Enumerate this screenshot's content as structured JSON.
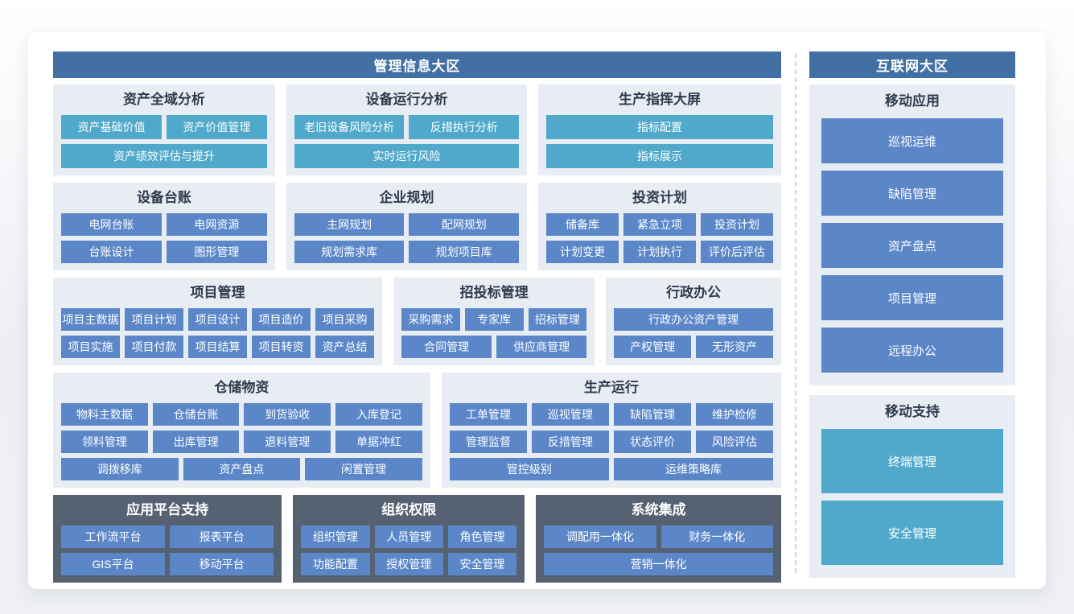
{
  "colors": {
    "zone_header_bg": "#4270a4",
    "section_light_bg": "#e8edf4",
    "section_dark_bg": "#566171",
    "button_blue": "#5b87c9",
    "button_teal": "#50a9ca",
    "title_text": "#2e3b4e",
    "button_text": "#ffffff",
    "separator_dash": "#ccd3dd"
  },
  "left_zone": {
    "title": "管理信息大区",
    "rows": [
      {
        "sections": [
          {
            "title": "资产全域分析",
            "flex": 275,
            "theme": "light",
            "button_style": "teal",
            "tall": true,
            "button_rows": [
              [
                "资产基础价值",
                "资产价值管理"
              ],
              [
                "资产绩效评估与提升"
              ]
            ]
          },
          {
            "title": "设备运行分析",
            "flex": 300,
            "theme": "light",
            "button_style": "teal",
            "tall": true,
            "button_rows": [
              [
                "老旧设备风险分析",
                "反措执行分析"
              ],
              [
                "实时运行风险"
              ]
            ]
          },
          {
            "title": "生产指挥大屏",
            "flex": 303,
            "theme": "light",
            "button_style": "teal",
            "tall": true,
            "button_rows": [
              [
                "指标配置"
              ],
              [
                "指标展示"
              ]
            ]
          }
        ]
      },
      {
        "sections": [
          {
            "title": "设备台账",
            "flex": 275,
            "theme": "light",
            "button_style": "blue",
            "button_rows": [
              [
                "电网台账",
                "电网资源"
              ],
              [
                "台账设计",
                "图形管理"
              ]
            ]
          },
          {
            "title": "企业规划",
            "flex": 300,
            "theme": "light",
            "button_style": "blue",
            "button_rows": [
              [
                "主网规划",
                "配网规划"
              ],
              [
                "规划需求库",
                "规划项目库"
              ]
            ]
          },
          {
            "title": "投资计划",
            "flex": 303,
            "theme": "light",
            "button_style": "blue",
            "button_rows": [
              [
                "储备库",
                "紧急立项",
                "投资计划"
              ],
              [
                "计划变更",
                "计划执行",
                "评价后评估"
              ]
            ]
          }
        ]
      },
      {
        "sections": [
          {
            "title": "项目管理",
            "flex": 421,
            "theme": "light",
            "button_style": "blue",
            "button_rows": [
              [
                "项目主数据",
                "项目计划",
                "项目设计",
                "项目造价",
                "项目采购"
              ],
              [
                "项目实施",
                "项目付款",
                "项目结算",
                "项目转资",
                "资产总结"
              ]
            ]
          },
          {
            "title": "招投标管理",
            "flex": 249,
            "theme": "light",
            "button_style": "blue",
            "button_rows": [
              [
                "采购需求",
                "专家库",
                "招标管理"
              ],
              [
                "合同管理",
                "供应商管理"
              ]
            ]
          },
          {
            "title": "行政办公",
            "flex": 214,
            "theme": "light",
            "button_style": "blue",
            "button_rows": [
              [
                "行政办公资产管理"
              ],
              [
                "产权管理",
                "无形资产"
              ]
            ]
          }
        ]
      },
      {
        "sections": [
          {
            "title": "仓储物资",
            "flex": 471,
            "theme": "light",
            "button_style": "blue",
            "button_rows": [
              [
                "物料主数据",
                "仓储台账",
                "到货验收",
                "入库登记"
              ],
              [
                "领料管理",
                "出库管理",
                "退料管理",
                "单据冲红"
              ],
              [
                "调拨移库",
                "资产盘点",
                "闲置管理"
              ]
            ]
          },
          {
            "title": "生产运行",
            "flex": 422,
            "theme": "light",
            "button_style": "blue",
            "button_rows": [
              [
                "工单管理",
                "巡视管理",
                "缺陷管理",
                "维护检修"
              ],
              [
                "管理监督",
                "反措管理",
                "状态评价",
                "风险评估"
              ],
              [
                "管控级别",
                "运维策略库"
              ]
            ]
          }
        ]
      },
      {
        "sections": [
          {
            "title": "应用平台支持",
            "flex": 282,
            "theme": "dark",
            "button_style": "blue",
            "button_rows": [
              [
                "工作流平台",
                "报表平台"
              ],
              [
                "GIS平台",
                "移动平台"
              ]
            ]
          },
          {
            "title": "组织权限",
            "flex": 286,
            "theme": "dark",
            "button_style": "blue",
            "button_rows": [
              [
                "组织管理",
                "人员管理",
                "角色管理"
              ],
              [
                "功能配置",
                "授权管理",
                "安全管理"
              ]
            ]
          },
          {
            "title": "系统集成",
            "flex": 304,
            "theme": "dark",
            "button_style": "blue",
            "button_rows": [
              [
                "调配用一体化",
                "财务一体化"
              ],
              [
                "营销一体化"
              ]
            ]
          }
        ]
      }
    ]
  },
  "right_zone": {
    "title": "互联网大区",
    "sections": [
      {
        "title": "移动应用",
        "button_style": "blue",
        "button_height": 56,
        "buttons": [
          "巡视运维",
          "缺陷管理",
          "资产盘点",
          "项目管理",
          "远程办公"
        ]
      },
      {
        "title": "移动支持",
        "button_style": "teal",
        "button_height": 80,
        "buttons": [
          "终端管理",
          "安全管理"
        ]
      }
    ]
  }
}
